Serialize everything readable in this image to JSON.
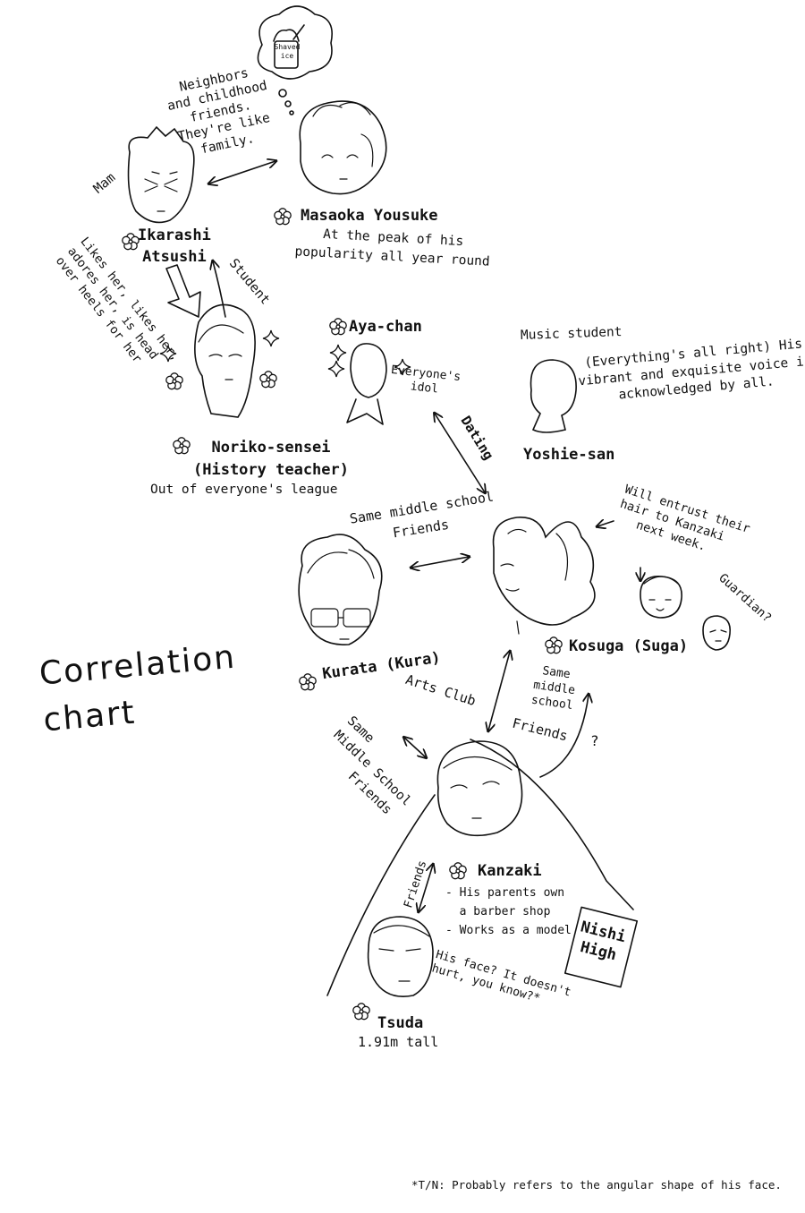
{
  "title": "Correlation\nchart",
  "icons": {
    "flower": "flower-icon",
    "sparkle": "sparkle-icon",
    "thought": "thought-bubble-icon"
  },
  "shaved_ice_label": "Shaved\nice",
  "characters": {
    "ikarashi": {
      "name": "Ikarashi\nAtsushi",
      "nickname": "Mam"
    },
    "masaoka": {
      "name": "Masaoka Yousuke",
      "desc": "At the peak of his\npopularity all year round"
    },
    "noriko": {
      "name": "Noriko-sensei\n(History teacher)",
      "desc": "Out of everyone's league"
    },
    "aya": {
      "name": "Aya-chan",
      "desc": "Everyone's\nidol"
    },
    "yoshie": {
      "name": "Yoshie-san",
      "label": "Music student",
      "desc": "(Everything's all right) His\nvibrant and exquisite voice is\nacknowledged by all."
    },
    "kurata": {
      "name": "Kurata (Kura)"
    },
    "kosuga": {
      "name": "Kosuga (Suga)"
    },
    "kanzaki": {
      "name": "Kanzaki",
      "desc": "- His parents own\n  a barber shop\n- Works as a model",
      "badge": "Nishi\nHigh"
    },
    "tsuda": {
      "name": "Tsuda",
      "desc": "1.91m tall",
      "quote": "His face? It doesn't\nhurt, you know?*"
    }
  },
  "relations": {
    "neighbors": "Neighbors\nand childhood\nfriends.\nThey're like\nfamily.",
    "student": "Student",
    "likes": "Likes her, likes her,\nadores her, is head\nover heels for her",
    "dating": "Dating",
    "same_ms_friends": "Same middle school\n     Friends",
    "arts_club": "Arts Club",
    "same_ms_friends2": "Same\nmiddle\nschool",
    "friends_right": "Friends",
    "question": "?",
    "same_ms_left": "Same\nMiddle School\n     Friends",
    "friends_tsuda": "Friends",
    "entrust": "Will entrust their\nhair to Kanzaki\n   next week.",
    "guardian": "Guardian?"
  },
  "footnote": "*T/N: Probably refers to the angular shape of his face."
}
